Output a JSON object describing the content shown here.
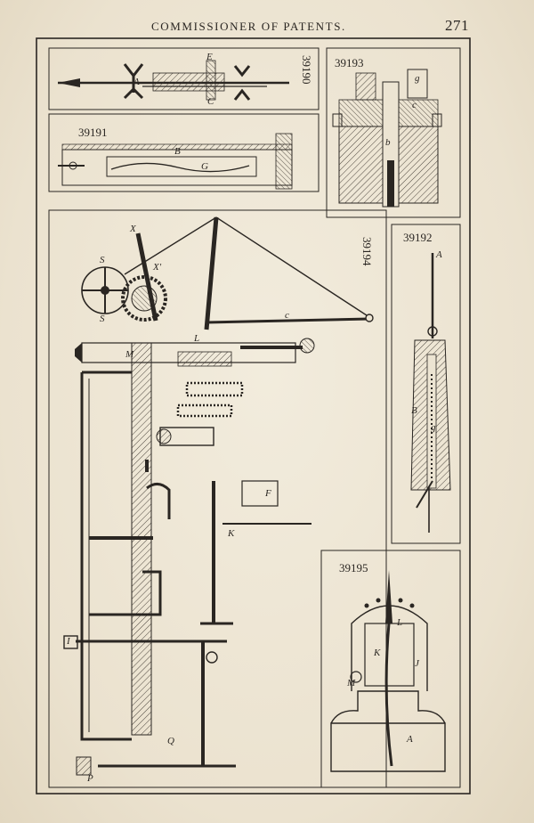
{
  "header": {
    "running_head": "COMMISSIONER OF PATENTS.",
    "page_number": "271"
  },
  "figures": [
    {
      "number": "39190"
    },
    {
      "number": "39191"
    },
    {
      "number": "39193"
    },
    {
      "number": "39194"
    },
    {
      "number": "39192"
    },
    {
      "number": "39195"
    }
  ],
  "letters": {
    "fig39190": [
      "E",
      "A",
      "C"
    ],
    "fig39191": [
      "B",
      "G"
    ],
    "fig39193": [
      "g",
      "c",
      "b"
    ],
    "fig39194": [
      "X",
      "X'",
      "S",
      "S",
      "L",
      "M",
      "F",
      "K",
      "I",
      "Q",
      "P",
      "c"
    ],
    "fig39192": [
      "A",
      "B",
      "g"
    ],
    "fig39195": [
      "L",
      "K",
      "J",
      "M",
      "A"
    ]
  }
}
